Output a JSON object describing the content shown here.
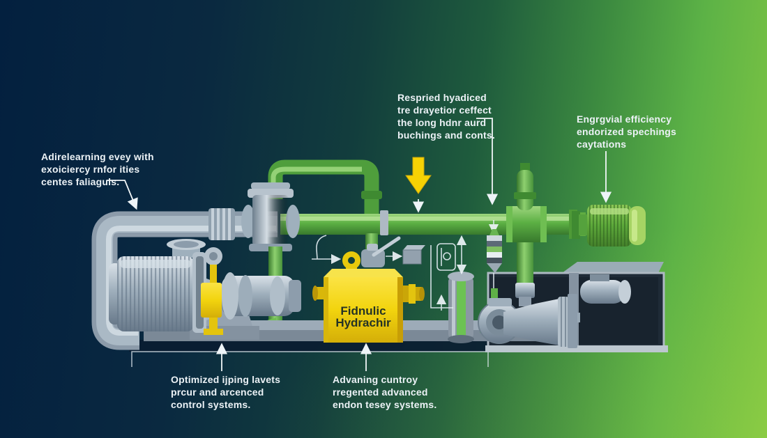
{
  "figure": {
    "type": "industrial-hydraulic-system-illustration",
    "description_visible_text_only": true
  },
  "callouts": {
    "top_left": {
      "text": "Adirelearning evey with\nexoiciercy rnfor ities\ncentes faliaguls."
    },
    "top_middle": {
      "text": "Respried hyadiced\ntre drayetior ceffect\nthe long hdnr aurd\nbuchings and conts."
    },
    "top_right": {
      "text": "Engrgvial efficiency\nendorized spechings\ncaytations"
    },
    "bottom_left": {
      "text": "Optimized ijping lavets\nprcur and arcenced\ncontrol systems."
    },
    "bottom_middle": {
      "text": "Advaning cuntroy\nrregented advanced\nendon tesey systems."
    }
  },
  "tank": {
    "label": "Fidnulic\nHydrachir"
  },
  "icons": {
    "yellow_down_arrow": "thick yellow arrow pointing down at main green pipe",
    "white_down_arrows": "thin white arrows pointing down from callouts",
    "white_up_arrows": "thin white arrows pointing up from bottom callouts",
    "double_vertical_arrow": "thin white double-headed vertical arrow"
  },
  "colors": {
    "background_left": "#03203f",
    "background_right": "#82c743",
    "pipe_green": "#5cb044",
    "machinery_silver": "#9fafbc",
    "tank_yellow": "#f2d40e",
    "arrow_yellow": "#f6d204",
    "callout_text": "#ecf2f6",
    "reservoir_dark": "#1f2b37"
  }
}
